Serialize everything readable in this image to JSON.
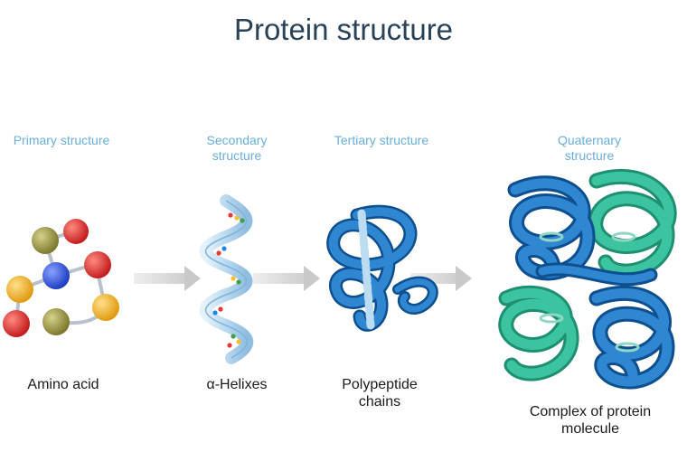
{
  "title": "Protein structure",
  "stages": [
    {
      "heading": "Primary structure",
      "label": "Amino acid"
    },
    {
      "heading": "Secondary structure",
      "label": "α-Helixes"
    },
    {
      "heading": "Tertiary structure",
      "label": "Polypeptide chains"
    },
    {
      "heading": "Quaternary structure",
      "label": "Complex of protein molecule"
    }
  ],
  "colors": {
    "title": "#2a4257",
    "heading": "#6aaed9",
    "blue_chain": "#1f6fb8",
    "green_chain": "#3cc4a0",
    "arrow": "#d6d6d6"
  }
}
